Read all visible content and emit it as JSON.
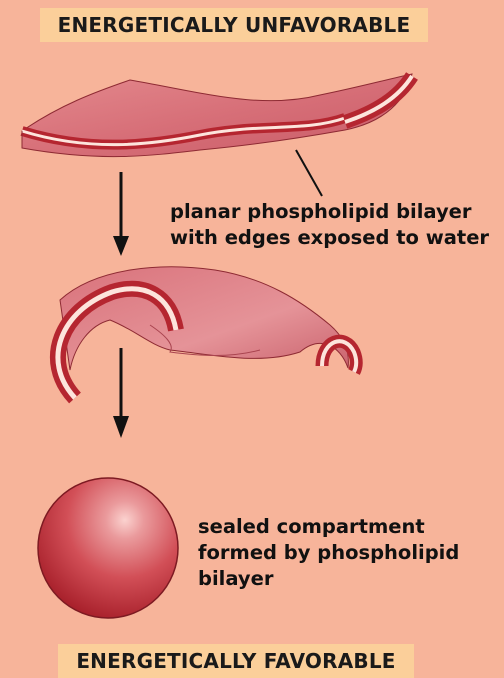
{
  "banners": {
    "top": "ENERGETICALLY UNFAVORABLE",
    "bottom": "ENERGETICALLY FAVORABLE"
  },
  "labels": {
    "planar": [
      "planar phospholipid bilayer",
      "with edges exposed to water"
    ],
    "sealed": [
      "sealed compartment",
      "formed by phospholipid",
      "bilayer"
    ]
  },
  "colors": {
    "background": "#f7b49a",
    "banner": "#fbcf9a",
    "membrane": "#d9707a",
    "membrane_edge": "#c1272d",
    "lipid_core": "#fde4dc"
  }
}
